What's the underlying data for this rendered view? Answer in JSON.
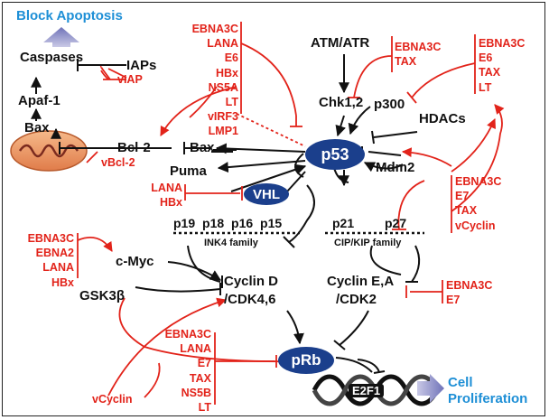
{
  "diagram": {
    "header": {
      "block_apoptosis": "Block Apoptosis",
      "caspases": "Caspases"
    },
    "apoptosis": {
      "iaps": "IAPs",
      "apaf1": "Apaf-1",
      "bax_upper": "Bax",
      "bcl2": "Bcl-2",
      "bax_mid": "Bax",
      "puma": "Puma"
    },
    "viral_apoptosis": {
      "viap": "vIAP",
      "vbcl2": "vBcl-2"
    },
    "p53_inhibitors": [
      "EBNA3C",
      "LANA",
      "E6",
      "HBx",
      "NS5A",
      "LT",
      "vIRF3",
      "LMP1"
    ],
    "dna_damage": {
      "atm_atr": "ATM/ATR",
      "chk": "Chk1,2",
      "chk_inhibitors": [
        "EBNA3C",
        "TAX"
      ]
    },
    "p300_group": {
      "p300": "p300",
      "hdacs": "HDACs",
      "inhibitors": [
        "EBNA3C",
        "E6",
        "TAX",
        "LT"
      ]
    },
    "p53_core": {
      "p53": "p53",
      "mdm2": "Mdm2",
      "mdm2_inhibitors": [
        "EBNA3C",
        "E7",
        "TAX",
        "vCyclin"
      ]
    },
    "vhl_group": {
      "vhl": "VHL",
      "inhibitors": [
        "LANA",
        "HBx"
      ]
    },
    "ink4": {
      "members": "p19  p18  p16  p15",
      "family": "INK4 family"
    },
    "cip_kip": {
      "p21": "p21",
      "p27": "p27",
      "family": "CIP/KIP family"
    },
    "myc_group": {
      "inhibitors": [
        "EBNA3C",
        "EBNA2",
        "LANA",
        "HBx"
      ],
      "cmyc": "c-Myc",
      "gsk3b": "GSK3β"
    },
    "cyclin_d": {
      "line1": "Cyclin D",
      "line2": "/CDK4,6"
    },
    "cyclin_e": {
      "line1": "Cyclin E,A",
      "line2": "/CDK2",
      "inhibitors": [
        "EBNA3C",
        "E7"
      ]
    },
    "prb_group": {
      "prb": "pRb",
      "inhibitors": [
        "EBNA3C",
        "LANA",
        "E7",
        "TAX",
        "NS5B",
        "LT"
      ],
      "vcyclin": "vCyclin",
      "e2f1": "E2F1"
    },
    "outcome": {
      "cell": "Cell",
      "proliferation": "Proliferation"
    },
    "colors": {
      "viral_factor": "#e2231a",
      "host_factor": "#111111",
      "oncoprotein_node": "#1b3f8c",
      "outcome_text": "#1e8fd6"
    }
  }
}
